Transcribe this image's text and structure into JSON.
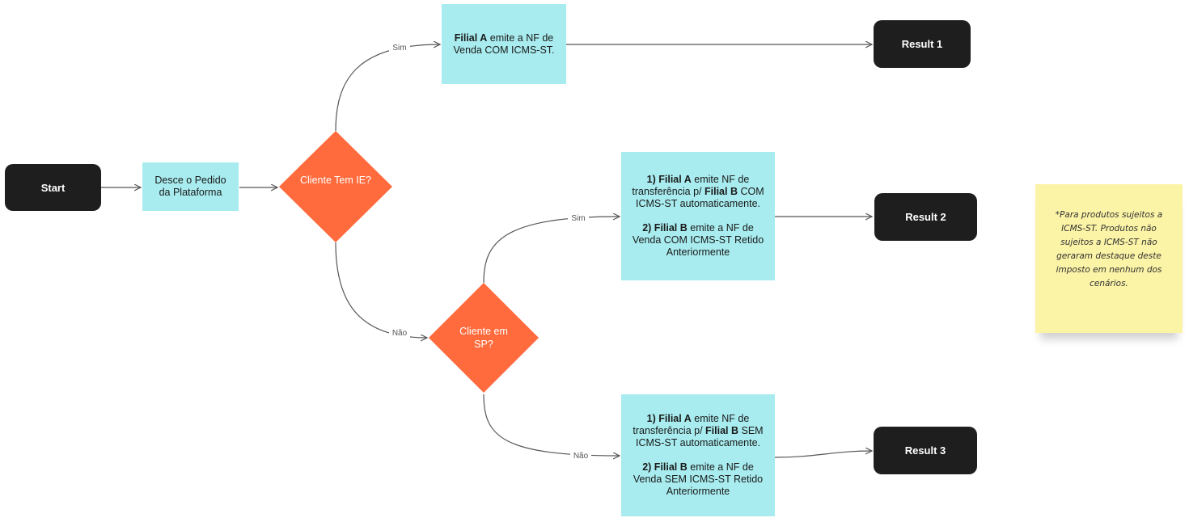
{
  "nodes": {
    "start": "Start",
    "desce": "Desce o Pedido da Plataforma",
    "decision_ie": "Cliente Tem IE?",
    "decision_sp": "Cliente em SP?",
    "result1": "Result 1",
    "result2": "Result 2",
    "result3": "Result 3"
  },
  "process_1": {
    "bold1": "Filial A",
    "text1": " emite a NF de Venda COM ICMS-ST."
  },
  "process_2": {
    "p1_bold1": "1) Filial A",
    "p1_text1": " emite NF de transferência p/ ",
    "p1_bold2": "Filial B",
    "p1_text2": " COM ICMS-ST automaticamente.",
    "p2_bold1": "2) Filial B",
    "p2_text1": " emite a NF de Venda COM ICMS-ST Retido Anteriormente"
  },
  "process_3": {
    "p1_bold1": "1) Filial A",
    "p1_text1": " emite NF de transferência p/ ",
    "p1_bold2": "Filial B",
    "p1_text2": " SEM ICMS-ST automaticamente.",
    "p2_bold1": "2) Filial B",
    "p2_text1": " emite a NF de Venda SEM ICMS-ST Retido Anteriormente"
  },
  "edge_labels": {
    "ie_yes": "Sim",
    "ie_no": "Não",
    "sp_yes": "Sim",
    "sp_no": "Não"
  },
  "sticky_note": "*Para produtos sujeitos a ICMS-ST. Produtos não sujeitos a ICMS-ST não geraram destaque deste imposto em nenhum dos cenários.",
  "colors": {
    "terminal": "#1e1e1e",
    "process": "#a8ecef",
    "decision": "#ff6b3d",
    "note": "#fbf3a6",
    "connector": "#555555"
  }
}
